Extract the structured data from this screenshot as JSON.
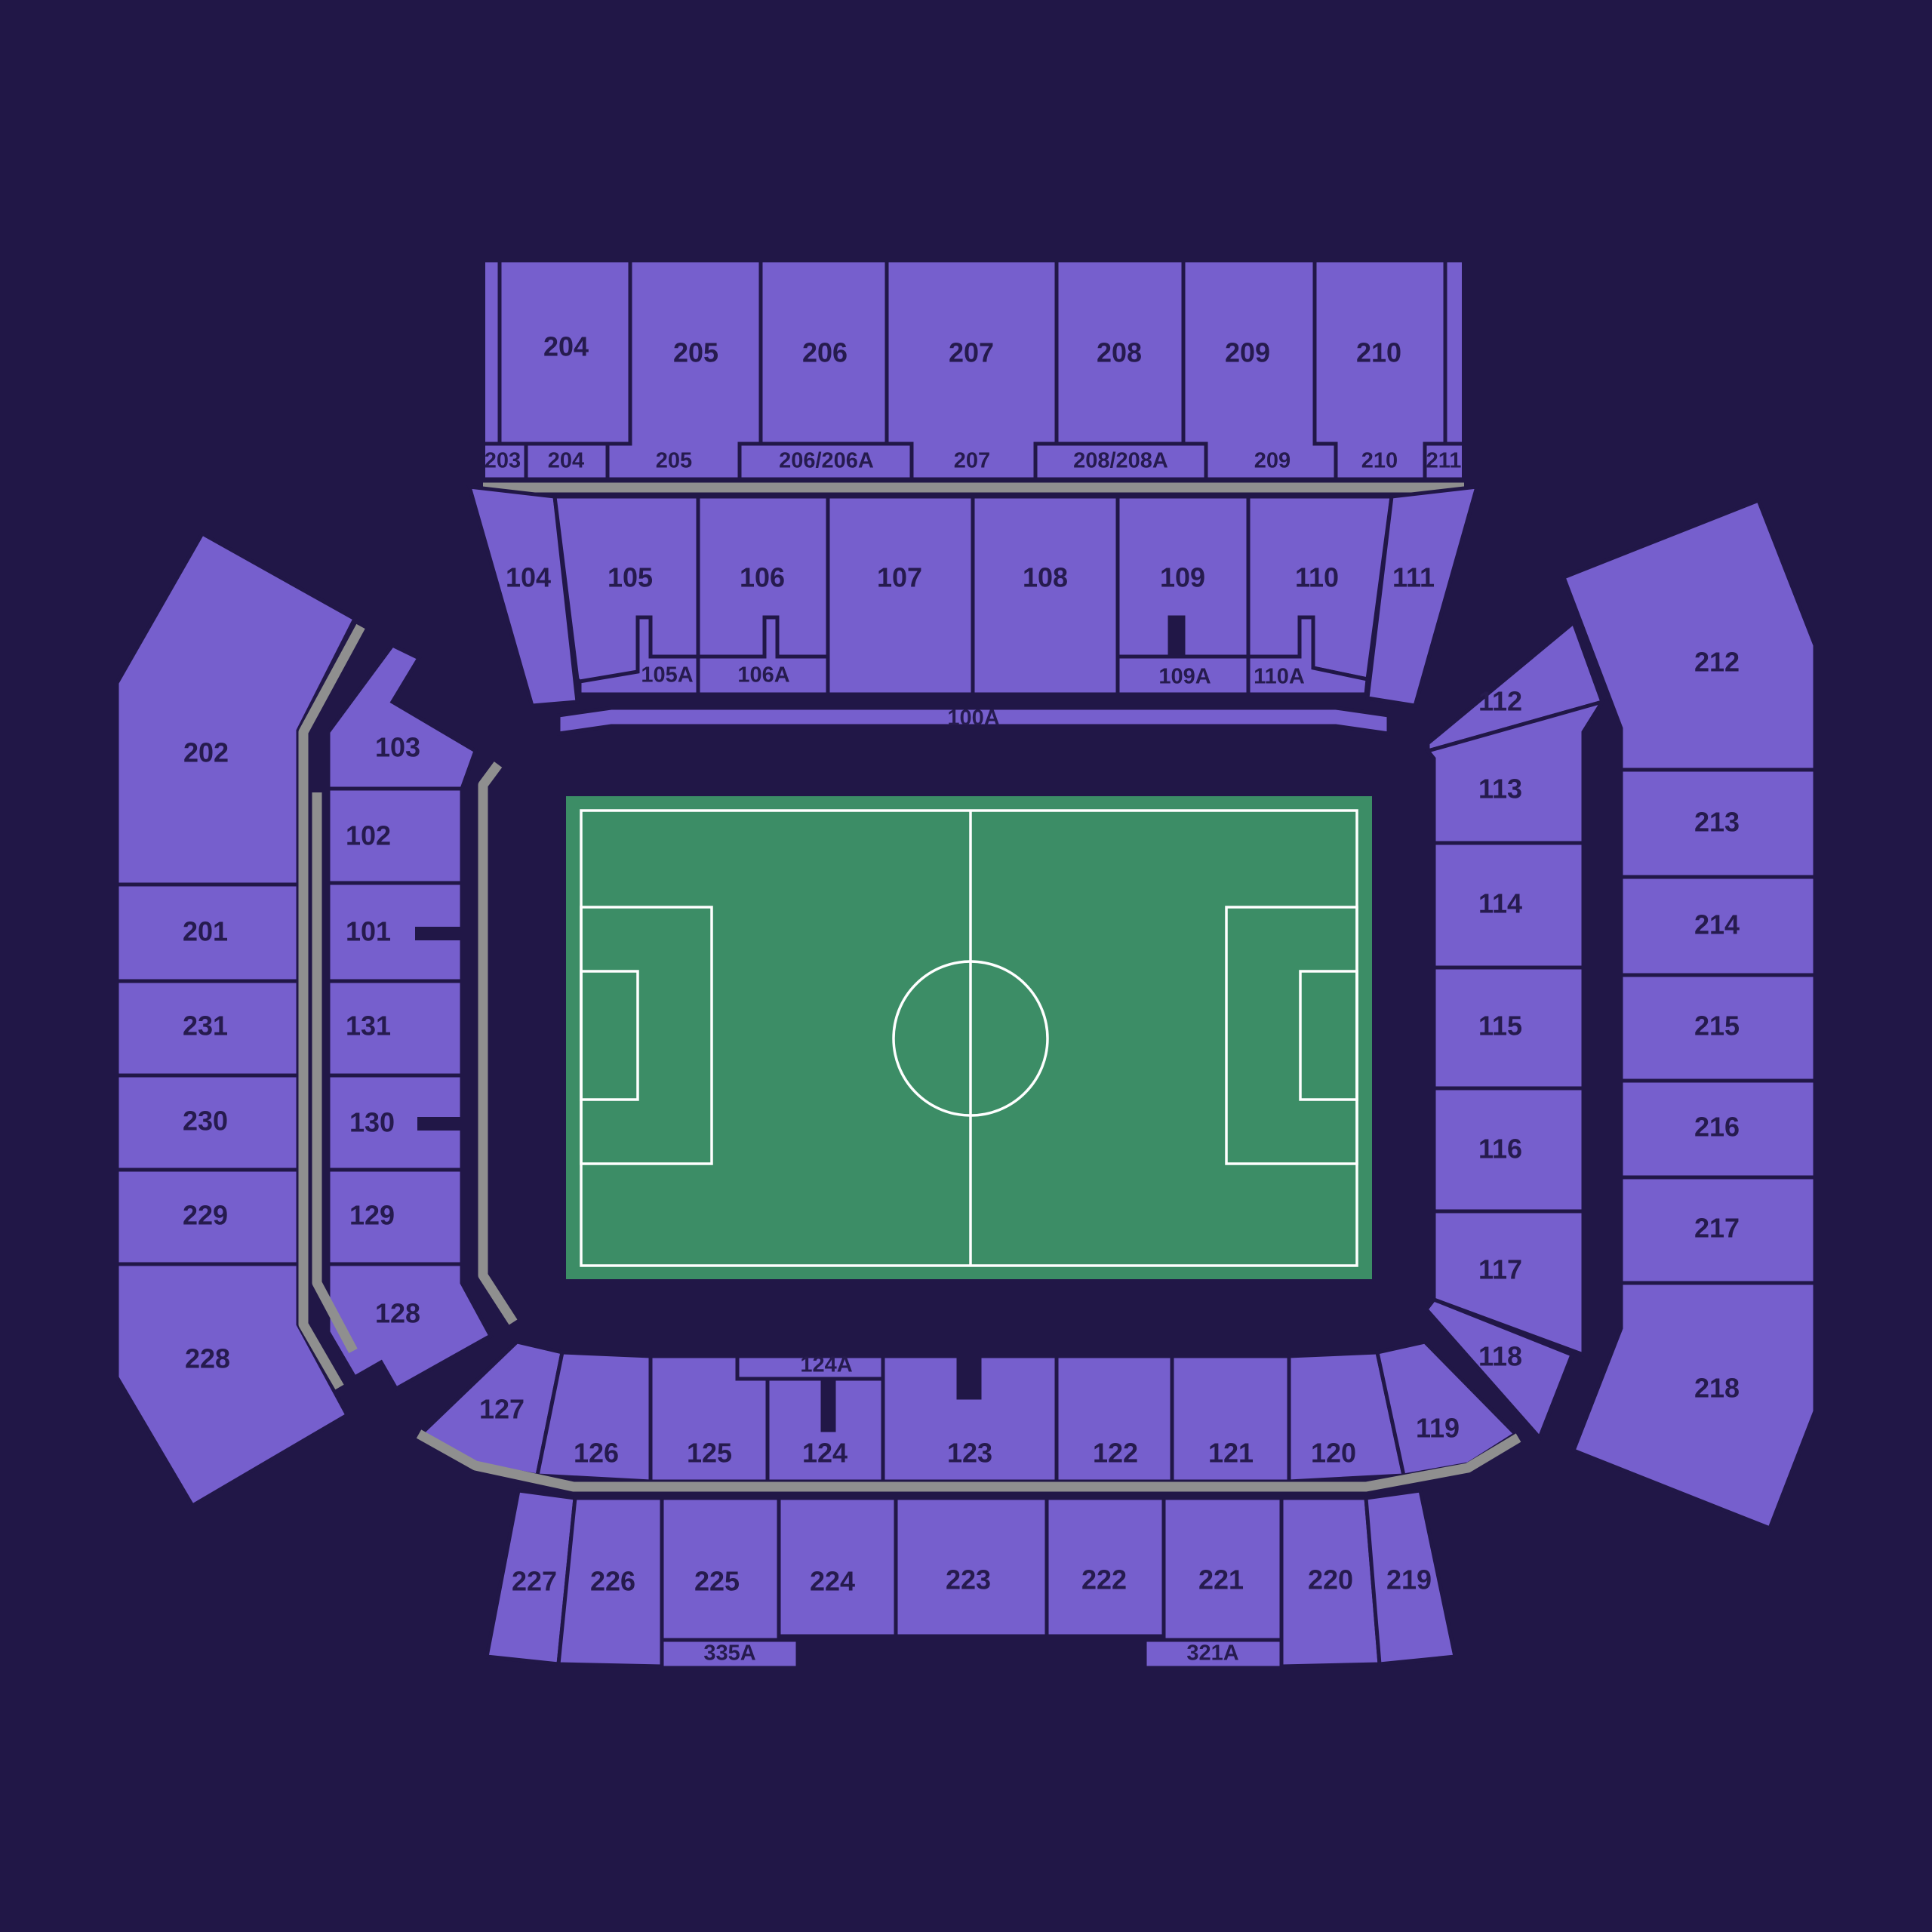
{
  "map": {
    "background_color": "#211747",
    "section_color": "#765fcd",
    "pitch_color": "#3c8d66",
    "walkway_color": "#8f8f8f",
    "label_color": "#261b4e"
  },
  "sections": {
    "s204": "204",
    "s205": "205",
    "s206": "206",
    "s207": "207",
    "s208": "208",
    "s209": "209",
    "s210": "210",
    "s203b": "203",
    "s204b": "204",
    "s205b": "205",
    "s206b": "206/206A",
    "s207b": "207",
    "s208b": "208/208A",
    "s209b": "209",
    "s210b": "210",
    "s211b": "211",
    "s104": "104",
    "s105": "105",
    "s106": "106",
    "s107": "107",
    "s108": "108",
    "s109": "109",
    "s110": "110",
    "s111": "111",
    "s105a": "105A",
    "s106a": "106A",
    "s109a": "109A",
    "s110a": "110A",
    "s100a": "100A",
    "s202": "202",
    "s201": "201",
    "s231": "231",
    "s230": "230",
    "s229": "229",
    "s228": "228",
    "s103": "103",
    "s102": "102",
    "s101": "101",
    "s131": "131",
    "s130": "130",
    "s129": "129",
    "s128": "128",
    "s112": "112",
    "s113": "113",
    "s114": "114",
    "s115": "115",
    "s116": "116",
    "s117": "117",
    "s118": "118",
    "s212": "212",
    "s213": "213",
    "s214": "214",
    "s215": "215",
    "s216": "216",
    "s217": "217",
    "s218": "218",
    "s127": "127",
    "s126": "126",
    "s125": "125",
    "s124": "124",
    "s124a": "124A",
    "s123": "123",
    "s122": "122",
    "s121": "121",
    "s120": "120",
    "s119": "119",
    "s227": "227",
    "s226": "226",
    "s225": "225",
    "s224": "224",
    "s223": "223",
    "s222": "222",
    "s221": "221",
    "s220": "220",
    "s219": "219",
    "s335a": "335A",
    "s321a": "321A"
  }
}
